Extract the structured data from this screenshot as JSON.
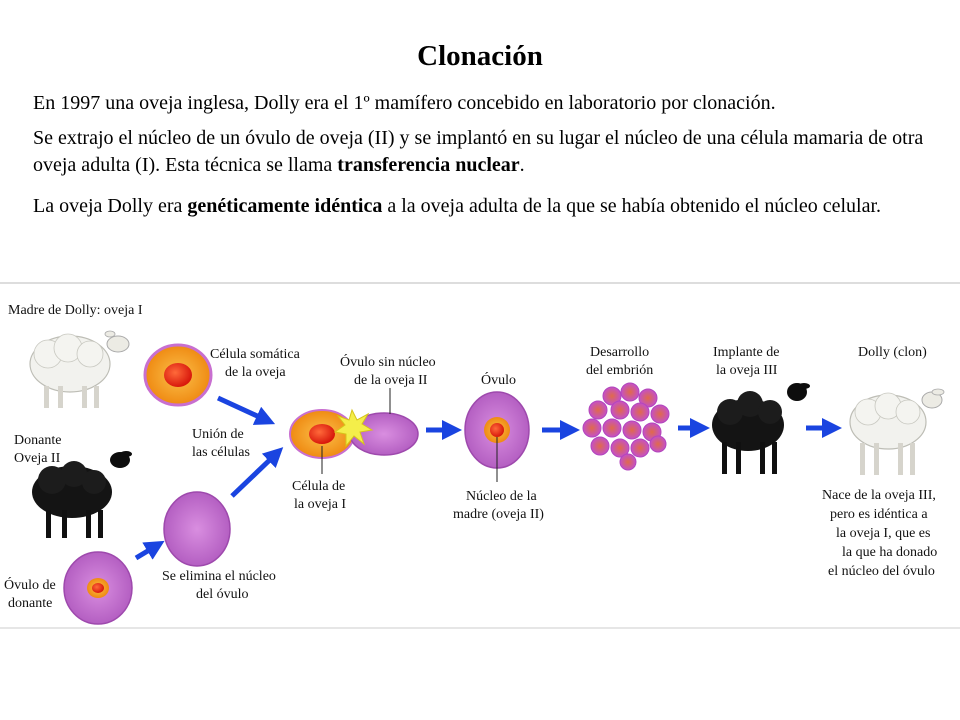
{
  "title": "Clonación",
  "paragraphs": {
    "p1": "En 1997 una oveja inglesa, Dolly era el 1º mamífero concebido en laboratorio por clonación.",
    "p2_before": "Se extrajo el núcleo de un óvulo de oveja (II) y se implantó en su lugar el núcleo de una célula mamaria de otra oveja adulta (I). Esta técnica se llama ",
    "p2_bold": "transferencia nuclear",
    "p2_after": ".",
    "p3_before": "La oveja Dolly era ",
    "p3_bold": "genéticamente idéntica",
    "p3_after": " a la oveja adulta de la que se había obtenido el núcleo celular."
  },
  "diagram": {
    "madre": "Madre de Dolly: oveja I",
    "donante_1": "Donante",
    "donante_2": "Oveja II",
    "ovulo_donante_1": "Óvulo de",
    "ovulo_donante_2": "donante",
    "celula_somatica_1": "Célula somática",
    "celula_somatica_2": "de la oveja",
    "union_1": "Unión de",
    "union_2": "las células",
    "se_elimina_1": "Se elimina el núcleo",
    "se_elimina_2": "del óvulo",
    "ovulo_sin_nucleo_1": "Óvulo sin núcleo",
    "ovulo_sin_nucleo_2": "de la oveja II",
    "celula_oveja_1": "Célula de",
    "celula_oveja_2": "la oveja I",
    "ovulo": "Óvulo",
    "nucleo_madre_1": "Núcleo de la",
    "nucleo_madre_2": "madre (oveja II)",
    "desarrollo_1": "Desarrollo",
    "desarrollo_2": "del embrión",
    "implante_1": "Implante de",
    "implante_2": "la oveja III",
    "dolly": "Dolly (clon)",
    "nace_1": "Nace de la oveja III,",
    "nace_2": "pero es idéntica a",
    "nace_3": "la oveja I, que es",
    "nace_4": "la que ha donado",
    "nace_5": "el núcleo del óvulo"
  },
  "colors": {
    "arrow": "#1a44e0",
    "ovum_purple": "#c86fd0",
    "cell_orange": "#f6a21e",
    "nucleus_red": "#e8271a",
    "spark_yellow": "#f4ee4a",
    "sheep_white": "#f2f2ee",
    "sheep_black": "#141414"
  }
}
